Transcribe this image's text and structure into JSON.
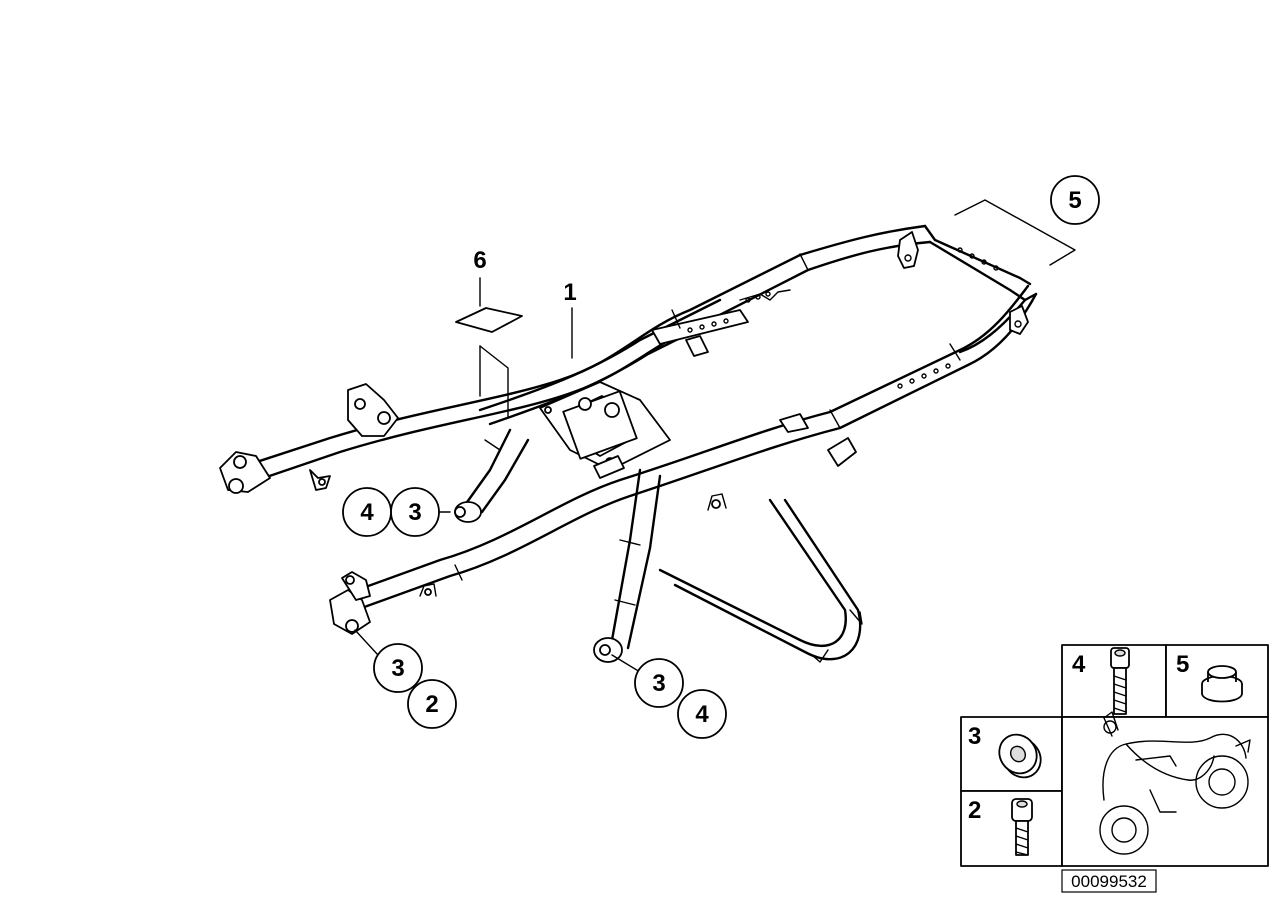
{
  "diagram": {
    "callouts": [
      {
        "id": "c6",
        "label": "6"
      },
      {
        "id": "c1",
        "label": "1"
      },
      {
        "id": "c5",
        "label": "5"
      },
      {
        "id": "c4a",
        "label": "4"
      },
      {
        "id": "c3a",
        "label": "3"
      },
      {
        "id": "c3b",
        "label": "3"
      },
      {
        "id": "c2",
        "label": "2"
      },
      {
        "id": "c3c",
        "label": "3"
      },
      {
        "id": "c4b",
        "label": "4"
      }
    ],
    "legend": [
      {
        "label": "4",
        "part": "bolt"
      },
      {
        "label": "5",
        "part": "grommet"
      },
      {
        "label": "3",
        "part": "bushing"
      },
      {
        "label": "2",
        "part": "screw"
      }
    ],
    "reference_number": "00099532"
  }
}
